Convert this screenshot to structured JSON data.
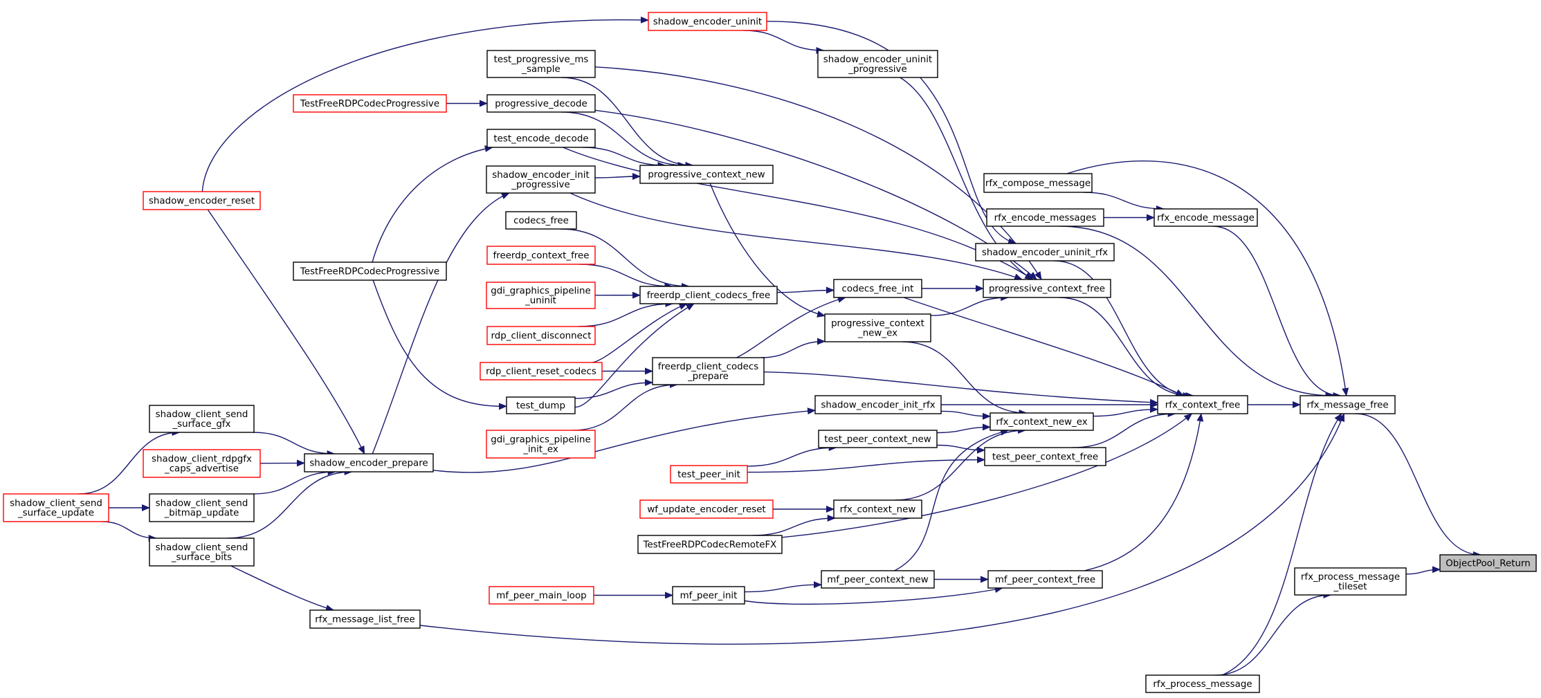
{
  "legend": {
    "normal_border": "#000000",
    "truncated_border": "#ff0000",
    "root_fill": "#bfbfbf",
    "edge_color": "#191970"
  },
  "nodes": [
    {
      "id": "object_pool_return",
      "lines": [
        "ObjectPool_Return"
      ],
      "kind": "root"
    },
    {
      "id": "rfx_message_free",
      "lines": [
        "rfx_message_free"
      ],
      "kind": "normal"
    },
    {
      "id": "rfx_process_message_tileset",
      "lines": [
        "rfx_process_message",
        "_tileset"
      ],
      "kind": "normal"
    },
    {
      "id": "rfx_process_message",
      "lines": [
        "rfx_process_message"
      ],
      "kind": "normal"
    },
    {
      "id": "rfx_encode_message",
      "lines": [
        "rfx_encode_message"
      ],
      "kind": "normal"
    },
    {
      "id": "rfx_compose_message",
      "lines": [
        "rfx_compose_message"
      ],
      "kind": "normal"
    },
    {
      "id": "rfx_encode_messages",
      "lines": [
        "rfx_encode_messages"
      ],
      "kind": "normal"
    },
    {
      "id": "rfx_context_free",
      "lines": [
        "rfx_context_free"
      ],
      "kind": "normal"
    },
    {
      "id": "rfx_message_list_free",
      "lines": [
        "rfx_message_list_free"
      ],
      "kind": "normal"
    },
    {
      "id": "shadow_encoder_uninit_rfx",
      "lines": [
        "shadow_encoder_uninit_rfx"
      ],
      "kind": "normal"
    },
    {
      "id": "progressive_context_free",
      "lines": [
        "progressive_context_free"
      ],
      "kind": "normal"
    },
    {
      "id": "rfx_context_new_ex",
      "lines": [
        "rfx_context_new_ex"
      ],
      "kind": "normal"
    },
    {
      "id": "test_peer_context_free",
      "lines": [
        "test_peer_context_free"
      ],
      "kind": "normal"
    },
    {
      "id": "mf_peer_context_free",
      "lines": [
        "mf_peer_context_free"
      ],
      "kind": "normal"
    },
    {
      "id": "shadow_encoder_uninit",
      "lines": [
        "shadow_encoder_uninit"
      ],
      "kind": "truncated"
    },
    {
      "id": "shadow_encoder_uninit_progressive",
      "lines": [
        "shadow_encoder_uninit",
        "_progressive"
      ],
      "kind": "normal"
    },
    {
      "id": "test_progressive_ms_sample",
      "lines": [
        "test_progressive_ms",
        "_sample"
      ],
      "kind": "normal"
    },
    {
      "id": "progressive_decode",
      "lines": [
        "progressive_decode"
      ],
      "kind": "normal"
    },
    {
      "id": "test_freerdp_codec_progressive_red",
      "lines": [
        "TestFreeRDPCodecProgressive"
      ],
      "kind": "truncated"
    },
    {
      "id": "test_encode_decode",
      "lines": [
        "test_encode_decode"
      ],
      "kind": "normal"
    },
    {
      "id": "shadow_encoder_init_progressive",
      "lines": [
        "shadow_encoder_init",
        "_progressive"
      ],
      "kind": "normal"
    },
    {
      "id": "progressive_context_new",
      "lines": [
        "progressive_context_new"
      ],
      "kind": "normal"
    },
    {
      "id": "shadow_encoder_reset",
      "lines": [
        "shadow_encoder_reset"
      ],
      "kind": "truncated"
    },
    {
      "id": "codecs_free",
      "lines": [
        "codecs_free"
      ],
      "kind": "normal"
    },
    {
      "id": "freerdp_context_free",
      "lines": [
        "freerdp_context_free"
      ],
      "kind": "truncated"
    },
    {
      "id": "gdi_graphics_pipeline_uninit",
      "lines": [
        "gdi_graphics_pipeline",
        "_uninit"
      ],
      "kind": "truncated"
    },
    {
      "id": "rdp_client_disconnect",
      "lines": [
        "rdp_client_disconnect"
      ],
      "kind": "truncated"
    },
    {
      "id": "rdp_client_reset_codecs",
      "lines": [
        "rdp_client_reset_codecs"
      ],
      "kind": "truncated"
    },
    {
      "id": "freerdp_client_codecs_free",
      "lines": [
        "freerdp_client_codecs_free"
      ],
      "kind": "normal"
    },
    {
      "id": "codecs_free_int",
      "lines": [
        "codecs_free_int"
      ],
      "kind": "normal"
    },
    {
      "id": "progressive_context_new_ex",
      "lines": [
        "progressive_context",
        "_new_ex"
      ],
      "kind": "normal"
    },
    {
      "id": "test_freerdp_codec_progressive",
      "lines": [
        "TestFreeRDPCodecProgressive"
      ],
      "kind": "normal"
    },
    {
      "id": "test_dump",
      "lines": [
        "test_dump"
      ],
      "kind": "normal"
    },
    {
      "id": "freerdp_client_codecs_prepare",
      "lines": [
        "freerdp_client_codecs",
        "_prepare"
      ],
      "kind": "normal"
    },
    {
      "id": "gdi_graphics_pipeline_init_ex",
      "lines": [
        "gdi_graphics_pipeline",
        "_init_ex"
      ],
      "kind": "truncated"
    },
    {
      "id": "shadow_encoder_init_rfx",
      "lines": [
        "shadow_encoder_init_rfx"
      ],
      "kind": "normal"
    },
    {
      "id": "test_peer_context_new",
      "lines": [
        "test_peer_context_new"
      ],
      "kind": "normal"
    },
    {
      "id": "test_peer_init",
      "lines": [
        "test_peer_init"
      ],
      "kind": "truncated"
    },
    {
      "id": "wf_update_encoder_reset",
      "lines": [
        "wf_update_encoder_reset"
      ],
      "kind": "truncated"
    },
    {
      "id": "rfx_context_new",
      "lines": [
        "rfx_context_new"
      ],
      "kind": "normal"
    },
    {
      "id": "test_freerdp_codec_remotefx",
      "lines": [
        "TestFreeRDPCodecRemoteFX"
      ],
      "kind": "normal"
    },
    {
      "id": "mf_peer_main_loop",
      "lines": [
        "mf_peer_main_loop"
      ],
      "kind": "truncated"
    },
    {
      "id": "mf_peer_init",
      "lines": [
        "mf_peer_init"
      ],
      "kind": "normal"
    },
    {
      "id": "mf_peer_context_new",
      "lines": [
        "mf_peer_context_new"
      ],
      "kind": "normal"
    },
    {
      "id": "shadow_encoder_prepare",
      "lines": [
        "shadow_encoder_prepare"
      ],
      "kind": "normal"
    },
    {
      "id": "shadow_client_send_surface_gfx",
      "lines": [
        "shadow_client_send",
        "_surface_gfx"
      ],
      "kind": "normal"
    },
    {
      "id": "shadow_client_rdpgfx_caps_advertise",
      "lines": [
        "shadow_client_rdpgfx",
        "_caps_advertise"
      ],
      "kind": "truncated"
    },
    {
      "id": "shadow_client_send_bitmap_update",
      "lines": [
        "shadow_client_send",
        "_bitmap_update"
      ],
      "kind": "normal"
    },
    {
      "id": "shadow_client_send_surface_bits",
      "lines": [
        "shadow_client_send",
        "_surface_bits"
      ],
      "kind": "normal"
    },
    {
      "id": "shadow_client_send_surface_update",
      "lines": [
        "shadow_client_send",
        "_surface_update"
      ],
      "kind": "truncated"
    }
  ],
  "edges": [
    [
      "rfx_message_free",
      "object_pool_return"
    ],
    [
      "rfx_process_message_tileset",
      "object_pool_return"
    ],
    [
      "rfx_process_message",
      "rfx_process_message_tileset"
    ],
    [
      "rfx_process_message",
      "rfx_message_free"
    ],
    [
      "rfx_encode_message",
      "rfx_message_free"
    ],
    [
      "rfx_compose_message",
      "rfx_encode_message"
    ],
    [
      "rfx_encode_messages",
      "rfx_encode_message"
    ],
    [
      "rfx_compose_message",
      "rfx_message_free"
    ],
    [
      "rfx_encode_messages",
      "rfx_message_free"
    ],
    [
      "rfx_context_free",
      "rfx_message_free"
    ],
    [
      "rfx_message_list_free",
      "rfx_message_free"
    ],
    [
      "shadow_encoder_uninit_rfx",
      "rfx_context_free"
    ],
    [
      "progressive_context_free",
      "rfx_context_free"
    ],
    [
      "rfx_context_new_ex",
      "rfx_context_free"
    ],
    [
      "test_peer_context_free",
      "rfx_context_free"
    ],
    [
      "mf_peer_context_free",
      "rfx_context_free"
    ],
    [
      "codecs_free_int",
      "rfx_context_free"
    ],
    [
      "freerdp_client_codecs_prepare",
      "rfx_context_free"
    ],
    [
      "shadow_encoder_init_rfx",
      "rfx_context_free"
    ],
    [
      "test_freerdp_codec_remotefx",
      "rfx_context_free"
    ],
    [
      "shadow_encoder_uninit",
      "shadow_encoder_uninit_progressive"
    ],
    [
      "shadow_encoder_uninit",
      "shadow_encoder_uninit_rfx"
    ],
    [
      "shadow_encoder_reset",
      "shadow_encoder_uninit"
    ],
    [
      "shadow_encoder_uninit_progressive",
      "progressive_context_free"
    ],
    [
      "test_progressive_ms_sample",
      "progressive_context_free"
    ],
    [
      "progressive_decode",
      "progressive_context_free"
    ],
    [
      "test_encode_decode",
      "progressive_context_free"
    ],
    [
      "shadow_encoder_init_progressive",
      "progressive_context_free"
    ],
    [
      "codecs_free_int",
      "progressive_context_free"
    ],
    [
      "progressive_context_new_ex",
      "progressive_context_free"
    ],
    [
      "test_progressive_ms_sample",
      "progressive_context_new"
    ],
    [
      "progressive_decode",
      "progressive_context_new"
    ],
    [
      "test_encode_decode",
      "progressive_context_new"
    ],
    [
      "shadow_encoder_init_progressive",
      "progressive_context_new"
    ],
    [
      "progressive_context_new",
      "progressive_context_new_ex"
    ],
    [
      "test_freerdp_codec_progressive_red",
      "progressive_decode"
    ],
    [
      "test_freerdp_codec_progressive",
      "test_encode_decode"
    ],
    [
      "test_freerdp_codec_progressive",
      "test_dump"
    ],
    [
      "shadow_encoder_prepare",
      "shadow_encoder_init_progressive"
    ],
    [
      "shadow_encoder_reset",
      "shadow_encoder_prepare"
    ],
    [
      "codecs_free",
      "freerdp_client_codecs_free"
    ],
    [
      "freerdp_context_free",
      "freerdp_client_codecs_free"
    ],
    [
      "gdi_graphics_pipeline_uninit",
      "freerdp_client_codecs_free"
    ],
    [
      "rdp_client_disconnect",
      "freerdp_client_codecs_free"
    ],
    [
      "rdp_client_reset_codecs",
      "freerdp_client_codecs_free"
    ],
    [
      "test_dump",
      "freerdp_client_codecs_free"
    ],
    [
      "freerdp_client_codecs_free",
      "codecs_free_int"
    ],
    [
      "freerdp_client_codecs_prepare",
      "codecs_free_int"
    ],
    [
      "freerdp_client_codecs_prepare",
      "progressive_context_new_ex"
    ],
    [
      "rdp_client_reset_codecs",
      "freerdp_client_codecs_prepare"
    ],
    [
      "test_dump",
      "freerdp_client_codecs_prepare"
    ],
    [
      "gdi_graphics_pipeline_init_ex",
      "freerdp_client_codecs_prepare"
    ],
    [
      "progressive_context_new_ex",
      "rfx_context_new_ex"
    ],
    [
      "shadow_encoder_init_rfx",
      "rfx_context_new_ex"
    ],
    [
      "test_peer_context_new",
      "rfx_context_new_ex"
    ],
    [
      "rfx_context_new",
      "rfx_context_new_ex"
    ],
    [
      "mf_peer_context_new",
      "rfx_context_new_ex"
    ],
    [
      "test_peer_context_new",
      "test_peer_context_free"
    ],
    [
      "test_peer_init",
      "test_peer_context_free"
    ],
    [
      "test_peer_init",
      "test_peer_context_new"
    ],
    [
      "wf_update_encoder_reset",
      "rfx_context_new"
    ],
    [
      "test_freerdp_codec_remotefx",
      "rfx_context_new"
    ],
    [
      "mf_peer_main_loop",
      "mf_peer_init"
    ],
    [
      "mf_peer_init",
      "mf_peer_context_new"
    ],
    [
      "mf_peer_init",
      "mf_peer_context_free"
    ],
    [
      "mf_peer_context_new",
      "mf_peer_context_free"
    ],
    [
      "shadow_encoder_prepare",
      "shadow_encoder_init_rfx"
    ],
    [
      "shadow_client_send_surface_gfx",
      "shadow_encoder_prepare"
    ],
    [
      "shadow_client_rdpgfx_caps_advertise",
      "shadow_encoder_prepare"
    ],
    [
      "shadow_client_send_bitmap_update",
      "shadow_encoder_prepare"
    ],
    [
      "shadow_client_send_surface_bits",
      "shadow_encoder_prepare"
    ],
    [
      "shadow_client_send_surface_update",
      "shadow_client_send_surface_gfx"
    ],
    [
      "shadow_client_send_surface_update",
      "shadow_client_send_bitmap_update"
    ],
    [
      "shadow_client_send_surface_update",
      "shadow_client_send_surface_bits"
    ],
    [
      "shadow_client_send_surface_bits",
      "rfx_message_list_free"
    ]
  ]
}
